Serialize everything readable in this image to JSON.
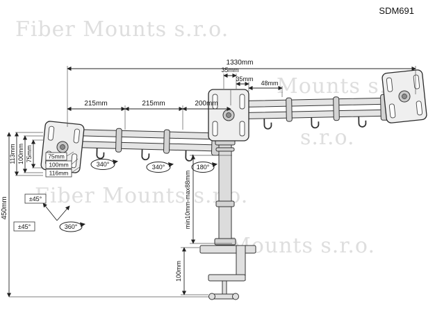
{
  "title": "SDM691",
  "watermarks": {
    "top_left": "Fiber Mounts s.r.o.",
    "top_right": "Mounts s.r.o.",
    "mid_right": "s.r.o.",
    "mid_left": "Fiber Mounts s.r.o.",
    "bottom": "Mounts s.r.o."
  },
  "dimensions": {
    "total_width": "1330mm",
    "arm_segment_left": "215mm",
    "arm_segment_mid": "215mm",
    "arm_segment_right": "200mm",
    "center_offset_a": "35mm",
    "center_offset_b": "35mm",
    "joint_offset": "48mm",
    "plate_height_113": "113mm",
    "plate_height_100": "100mm",
    "plate_height_75": "75mm",
    "vesa_width_75": "75mm",
    "vesa_width_100": "100mm",
    "vesa_width_116": "116mm",
    "total_height": "450mm",
    "pole_adjust_range": "min10mm-max88mm",
    "clamp_height": "100mm"
  },
  "rotations": {
    "arm_rotation_left": "340°",
    "arm_rotation_mid": "340°",
    "arm_rotation_center": "180°",
    "tilt_upper": "±45°",
    "tilt_lower": "±45°",
    "swivel": "360°"
  }
}
